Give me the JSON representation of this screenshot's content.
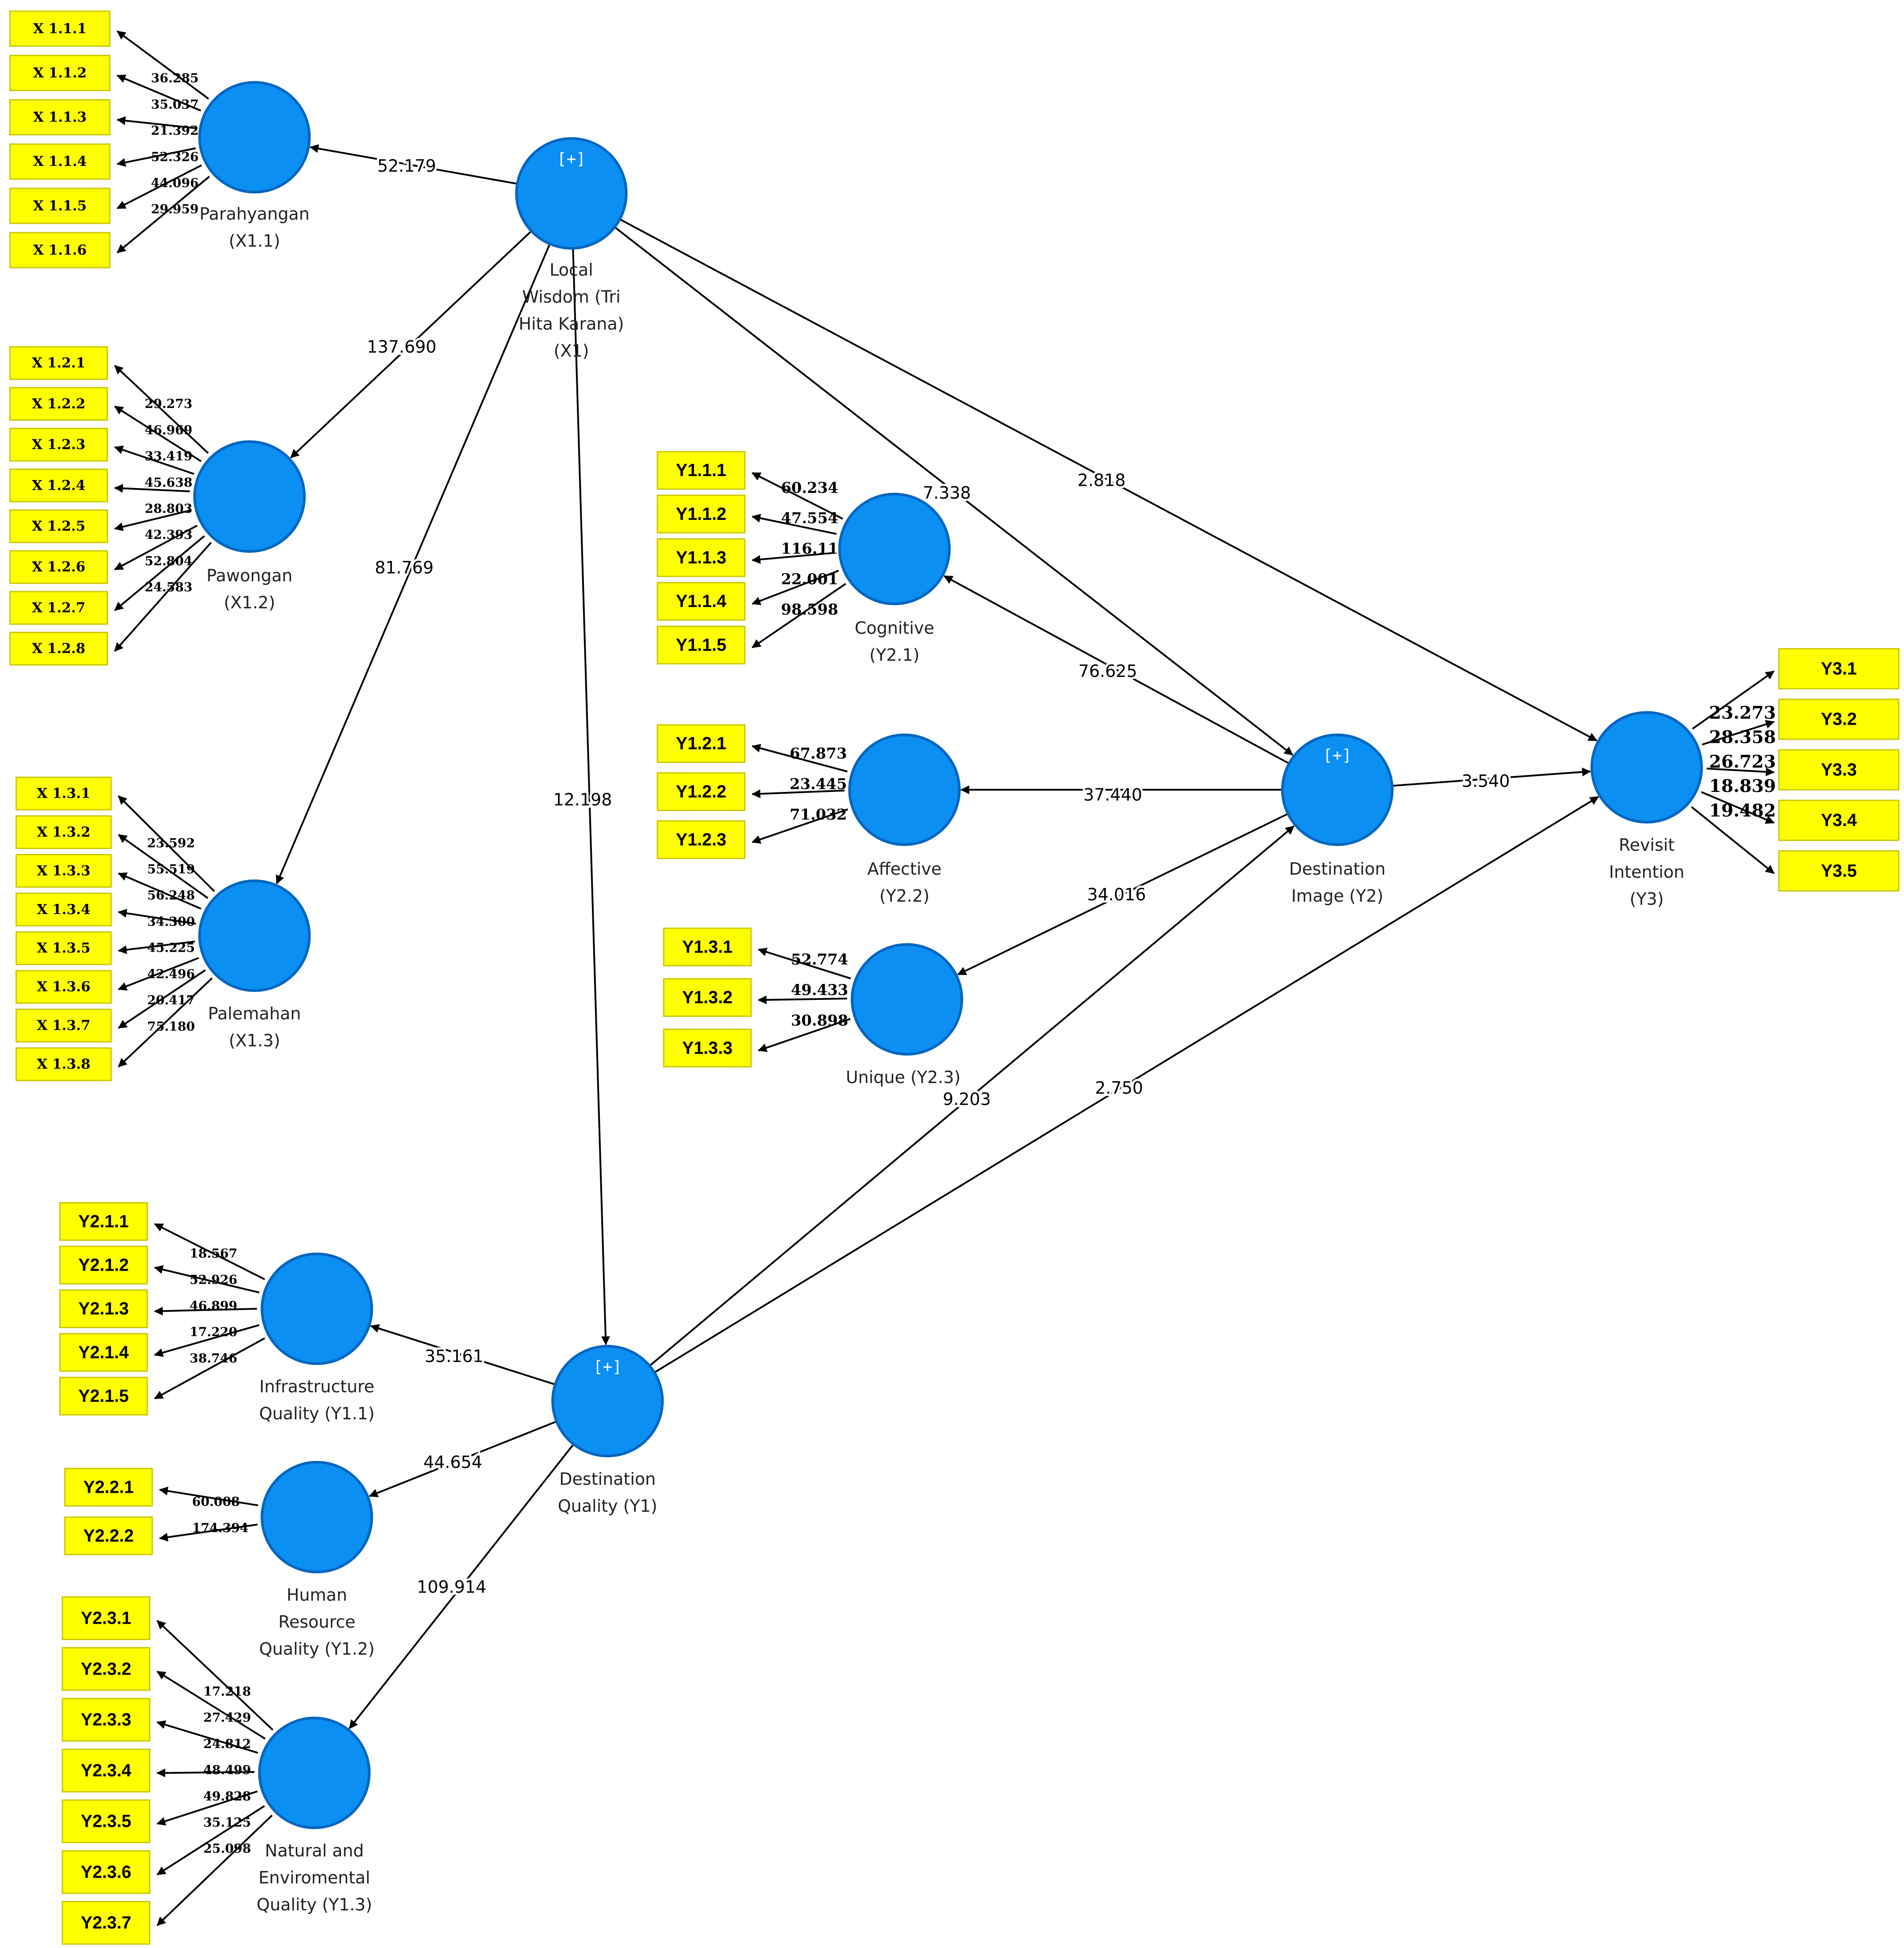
{
  "colors": {
    "construct_fill": "#0b8ff2",
    "indicator_fill": "#ffff00",
    "line": "#000000"
  },
  "constructs": {
    "x1": {
      "label": [
        "Local",
        "Wisdom (Tri",
        "Hita Karana)",
        "(X1)"
      ],
      "plus": "[+]"
    },
    "x11": {
      "label": [
        "Parahyangan",
        "(X1.1)"
      ]
    },
    "x12": {
      "label": [
        "Pawongan",
        "(X1.2)"
      ]
    },
    "x13": {
      "label": [
        "Palemahan",
        "(X1.3)"
      ]
    },
    "y1": {
      "label": [
        "Destination",
        "Quality (Y1)"
      ],
      "plus": "[+]"
    },
    "y11": {
      "label": [
        "Infrastructure",
        "Quality (Y1.1)"
      ]
    },
    "y12": {
      "label": [
        "Human",
        "Resource",
        "Quality (Y1.2)"
      ]
    },
    "y13": {
      "label": [
        "Natural and",
        "Enviromental",
        "Quality (Y1.3)"
      ]
    },
    "y2": {
      "label": [
        "Destination",
        "Image (Y2)"
      ],
      "plus": "[+]"
    },
    "y21": {
      "label": [
        "Cognitive",
        "(Y2.1)"
      ]
    },
    "y22": {
      "label": [
        "Affective",
        "(Y2.2)"
      ]
    },
    "y23": {
      "label": [
        "Unique (Y2.3)"
      ]
    },
    "y3": {
      "label": [
        "Revisit",
        "Intention",
        "(Y3)"
      ]
    }
  },
  "indicators": {
    "x11": {
      "names": [
        "X 1.1.1",
        "X 1.1.2",
        "X 1.1.3",
        "X 1.1.4",
        "X 1.1.5",
        "X 1.1.6"
      ],
      "values": [
        "36.285",
        "35.037",
        "21.392",
        "52.326",
        "44.096",
        "29.959"
      ]
    },
    "x12": {
      "names": [
        "X 1.2.1",
        "X 1.2.2",
        "X 1.2.3",
        "X 1.2.4",
        "X 1.2.5",
        "X 1.2.6",
        "X 1.2.7",
        "X 1.2.8"
      ],
      "values": [
        "29.273",
        "46.969",
        "33.419",
        "45.638",
        "28.803",
        "42.393",
        "52.804",
        "24.583"
      ]
    },
    "x13": {
      "names": [
        "X 1.3.1",
        "X 1.3.2",
        "X 1.3.3",
        "X 1.3.4",
        "X 1.3.5",
        "X 1.3.6",
        "X 1.3.7",
        "X 1.3.8"
      ],
      "values": [
        "23.592",
        "55.519",
        "56.248",
        "34.300",
        "45.225",
        "42.496",
        "20.417",
        "75.180"
      ]
    },
    "y21": {
      "names": [
        "Y1.1.1",
        "Y1.1.2",
        "Y1.1.3",
        "Y1.1.4",
        "Y1.1.5"
      ],
      "values": [
        "60.234",
        "47.554",
        "116.110",
        "22.001",
        "98.598"
      ]
    },
    "y22": {
      "names": [
        "Y1.2.1",
        "Y1.2.2",
        "Y1.2.3"
      ],
      "values": [
        "67.873",
        "23.445",
        "71.032"
      ]
    },
    "y23": {
      "names": [
        "Y1.3.1",
        "Y1.3.2",
        "Y1.3.3"
      ],
      "values": [
        "52.774",
        "49.433",
        "30.898"
      ]
    },
    "y11": {
      "names": [
        "Y2.1.1",
        "Y2.1.2",
        "Y2.1.3",
        "Y2.1.4",
        "Y2.1.5"
      ],
      "values": [
        "18.567",
        "52.926",
        "46.899",
        "17.220",
        "38.746"
      ]
    },
    "y12": {
      "names": [
        "Y2.2.1",
        "Y2.2.2"
      ],
      "values": [
        "60.008",
        "174.394"
      ]
    },
    "y13": {
      "names": [
        "Y2.3.1",
        "Y2.3.2",
        "Y2.3.3",
        "Y2.3.4",
        "Y2.3.5",
        "Y2.3.6",
        "Y2.3.7"
      ],
      "values": [
        "17.218",
        "27.429",
        "24.812",
        "48.499",
        "49.828",
        "35.125",
        "25.098"
      ]
    },
    "y3": {
      "names": [
        "Y3.1",
        "Y3.2",
        "Y3.3",
        "Y3.4",
        "Y3.5"
      ],
      "values": [
        "23.273",
        "28.358",
        "26.723",
        "18.839",
        "19.482"
      ]
    }
  },
  "paths": [
    {
      "from": "x1",
      "to": "x11",
      "value": "52.179"
    },
    {
      "from": "x1",
      "to": "x12",
      "value": "137.690"
    },
    {
      "from": "x1",
      "to": "x13",
      "value": "81.769"
    },
    {
      "from": "x1",
      "to": "y1",
      "value": "12.198"
    },
    {
      "from": "x1",
      "to": "y2",
      "value": "7.338"
    },
    {
      "from": "x1",
      "to": "y3",
      "value": "2.818"
    },
    {
      "from": "y2",
      "to": "y21",
      "value": "76.625"
    },
    {
      "from": "y2",
      "to": "y22",
      "value": "37.440"
    },
    {
      "from": "y2",
      "to": "y23",
      "value": "34.016"
    },
    {
      "from": "y2",
      "to": "y3",
      "value": "3.540"
    },
    {
      "from": "y1",
      "to": "y2",
      "value": "9.203"
    },
    {
      "from": "y1",
      "to": "y3",
      "value": "2.750"
    },
    {
      "from": "y1",
      "to": "y11",
      "value": "35.161"
    },
    {
      "from": "y1",
      "to": "y12",
      "value": "44.654"
    },
    {
      "from": "y1",
      "to": "y13",
      "value": "109.914"
    }
  ]
}
